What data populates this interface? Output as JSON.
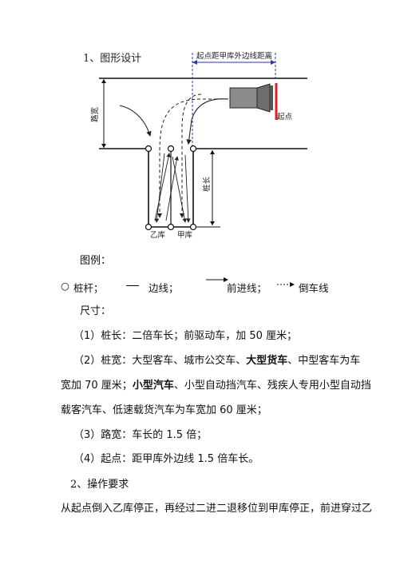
{
  "heading": "1、图形设计",
  "diagram": {
    "dimension_label": "起点距甲库外边线距离",
    "road_width_label": "路宽",
    "start_label": "起点",
    "pile_length_label": "桩长",
    "garage_b_label": "乙库",
    "garage_a_label": "甲库"
  },
  "legend": {
    "title": "图例：",
    "pile_symbol": "○",
    "pile_label": "桩杆；",
    "edge_label": "边线；",
    "forward_label": "前进线；",
    "reverse_label": "倒车线"
  },
  "dimensions": {
    "title": "尺寸：",
    "item1": "（1）桩长：二倍车长；前驱动车，加 50 厘米；",
    "item2_line1_a": "（2）桩宽：大型客车、城市公交车、",
    "item2_line1_bold": "大型货车",
    "item2_line1_b": "、中型客车为车",
    "item2_line2_a": "宽加 70 厘米；",
    "item2_line2_bold": "小型汽车",
    "item2_line2_b": "、小型自动挡汽车、残疾人专用小型自动挡",
    "item2_line3": "载客汽车、低速载货汽车为车宽加 60 厘米；",
    "item3": "（3）路宽：车长的 1.5 倍；",
    "item4": "（4）起点：距甲库外边线 1.5 倍车长。"
  },
  "section2": {
    "heading": "2、操作要求",
    "text": "从起点倒入乙库停正，再经过二进二退移位到甲库停正，前进穿过乙"
  }
}
